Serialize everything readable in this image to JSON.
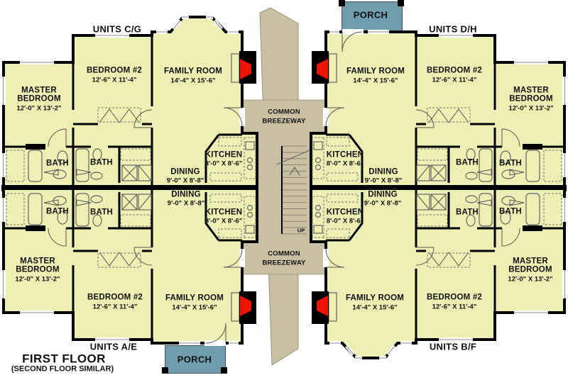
{
  "title": {
    "line1": "FIRST FLOOR",
    "line2": "(SECOND FLOOR SIMILAR)"
  },
  "unit_labels": {
    "cg": "UNITS C/G",
    "dh": "UNITS D/H",
    "ae": "UNITS A/E",
    "bf": "UNITS B/F"
  },
  "rooms": {
    "master": {
      "l1": "MASTER",
      "l2": "BEDROOM",
      "dims": "12'-0\" X 13'-2\""
    },
    "bedroom2": {
      "name": "BEDROOM #2",
      "dims": "12'-6\" X 11'-4\""
    },
    "family": {
      "name": "FAMILY ROOM",
      "dims": "14'-4\" X 15'-6\""
    },
    "kitchen": {
      "name": "KITCHEN",
      "dims": "8'-0\" X 8'-6\""
    },
    "dining": {
      "name": "DINING",
      "dims": "9'-0\" X 8'-8\""
    },
    "bath": {
      "name": "BATH"
    }
  },
  "breezeway": {
    "l1": "COMMON",
    "l2": "BREEZEWAY"
  },
  "porch": {
    "label": "PORCH"
  },
  "stairs": {
    "up": "UP"
  },
  "colors": {
    "room_fill": "#edefb3",
    "breezeway_fill": "#c9c0a4",
    "porch_fill": "#6f9dad",
    "fireplace_red": "#ee1505",
    "wall": "#000000"
  }
}
